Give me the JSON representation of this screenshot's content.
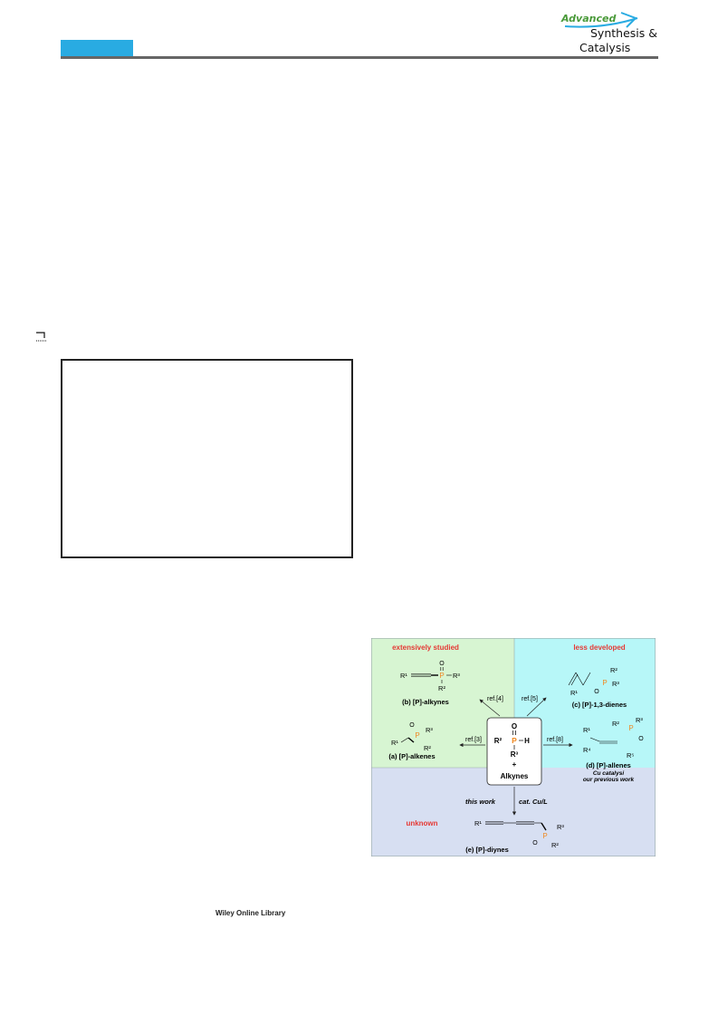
{
  "journal": {
    "logo_line1": "Advanced",
    "logo_line2": "Synthesis &",
    "logo_line3": "Catalysis"
  },
  "scheme": {
    "quadrants": {
      "top_left": "extensively studied",
      "top_right": "less developed",
      "bottom": "unknown"
    },
    "center": {
      "reagent_o": "O",
      "reagent_r2": "R²",
      "reagent_p": "P",
      "reagent_h": "H",
      "reagent_r3": "R³",
      "plus": "+",
      "alkynes": "Alkynes"
    },
    "products": {
      "a": "(a) [P]-alkenes",
      "b": "(b) [P]-alkynes",
      "c": "(c) [P]-1,3-dienes",
      "d": "(d) [P]-allenes",
      "d_note1": "Cu catalysi",
      "d_note2": "our previous work",
      "e": "(e) [P]-diynes"
    },
    "refs": {
      "r3": "ref.[3]",
      "r4": "ref.[4]",
      "r5": "ref.[5]",
      "r8": "ref.[8]"
    },
    "this_work": "this work",
    "catalyst": "cat. Cu/L"
  },
  "footer": {
    "library": "Wiley Online Library"
  }
}
